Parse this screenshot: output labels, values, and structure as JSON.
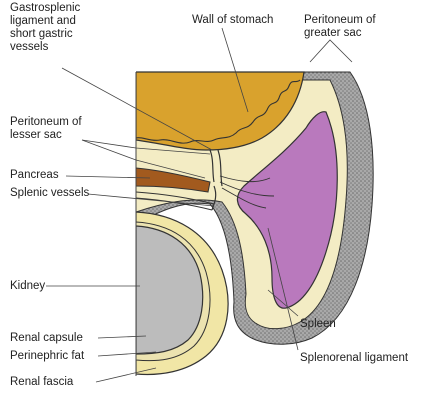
{
  "labels": {
    "gastrosplenic": [
      "Gastrosplenic",
      "ligament and",
      "short gastric",
      "vessels"
    ],
    "wall_of_stomach": "Wall of stomach",
    "peritoneum_greater": [
      "Peritoneum of",
      "greater sac"
    ],
    "peritoneum_lesser": [
      "Peritoneum of",
      "lesser sac"
    ],
    "pancreas": "Pancreas",
    "splenic_vessels": "Splenic vessels",
    "kidney": "Kidney",
    "renal_capsule": "Renal capsule",
    "perinephric_fat": "Perinephric fat",
    "renal_fascia": "Renal fascia",
    "spleen": "Spleen",
    "splenorenal_ligament": "Splenorenal ligament"
  },
  "colors": {
    "stomach": "#d9a22d",
    "spleen": "#b979bd",
    "kidney": "#bcbcbc",
    "perinephric_fat": "#f1e6a6",
    "peritoneum": "#8f8f8f",
    "pancreas": "#a25a1e",
    "fascia_band": "#f3ecc4",
    "outline": "#333333",
    "leader": "#444444"
  }
}
